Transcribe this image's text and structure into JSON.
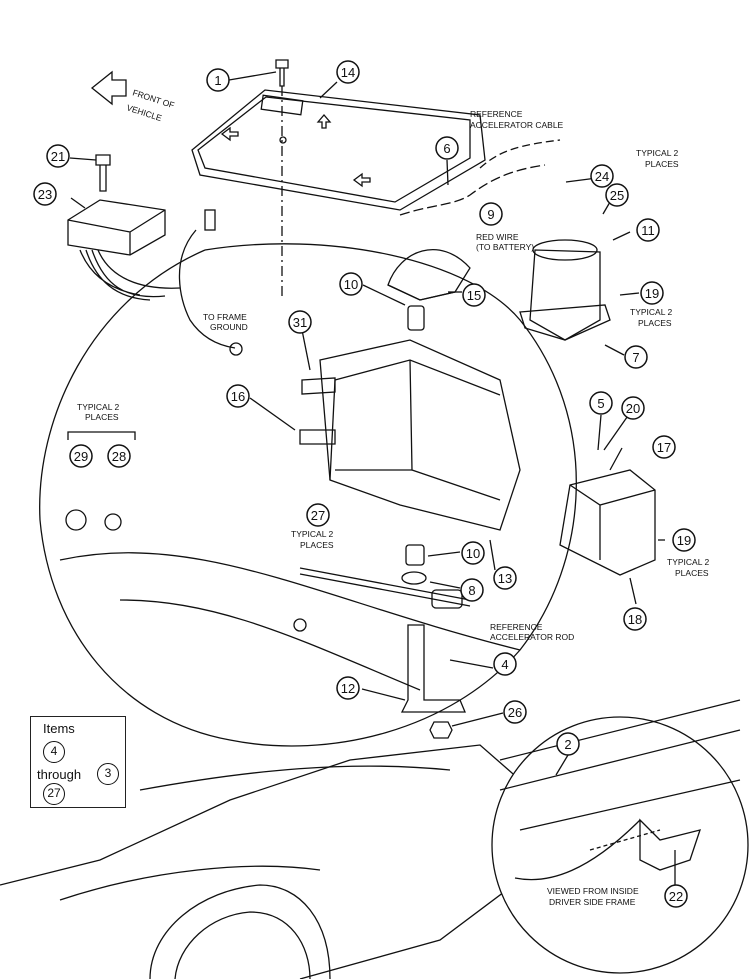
{
  "callouts": [
    {
      "id": "c1",
      "label": "1"
    },
    {
      "id": "c2",
      "label": "2"
    },
    {
      "id": "c4",
      "label": "4"
    },
    {
      "id": "c5",
      "label": "5"
    },
    {
      "id": "c6",
      "label": "6"
    },
    {
      "id": "c7",
      "label": "7"
    },
    {
      "id": "c8",
      "label": "8"
    },
    {
      "id": "c9",
      "label": "9"
    },
    {
      "id": "c10a",
      "label": "10"
    },
    {
      "id": "c10b",
      "label": "10"
    },
    {
      "id": "c11",
      "label": "11"
    },
    {
      "id": "c12",
      "label": "12"
    },
    {
      "id": "c13",
      "label": "13"
    },
    {
      "id": "c14",
      "label": "14"
    },
    {
      "id": "c15",
      "label": "15"
    },
    {
      "id": "c16",
      "label": "16"
    },
    {
      "id": "c17",
      "label": "17"
    },
    {
      "id": "c18",
      "label": "18"
    },
    {
      "id": "c19a",
      "label": "19"
    },
    {
      "id": "c19b",
      "label": "19"
    },
    {
      "id": "c20",
      "label": "20"
    },
    {
      "id": "c21",
      "label": "21"
    },
    {
      "id": "c22",
      "label": "22"
    },
    {
      "id": "c23",
      "label": "23"
    },
    {
      "id": "c24",
      "label": "24"
    },
    {
      "id": "c25",
      "label": "25"
    },
    {
      "id": "c26",
      "label": "26"
    },
    {
      "id": "c27",
      "label": "27"
    },
    {
      "id": "c28",
      "label": "28"
    },
    {
      "id": "c29",
      "label": "29"
    },
    {
      "id": "c31",
      "label": "31"
    }
  ],
  "notes": {
    "front_of_vehicle_1": "FRONT OF",
    "front_of_vehicle_2": "VEHICLE",
    "ref_accel_cable_1": "REFERENCE",
    "ref_accel_cable_2": "ACCELERATOR CABLE",
    "typical2_top_1": "TYPICAL 2",
    "typical2_top_2": "PLACES",
    "red_wire_1": "RED WIRE",
    "red_wire_2": "(TO BATTERY)",
    "frame_ground_1": "TO FRAME",
    "frame_ground_2": "GROUND",
    "typical2_19a_1": "TYPICAL 2",
    "typical2_19a_2": "PLACES",
    "typical2_left_1": "TYPICAL 2",
    "typical2_left_2": "PLACES",
    "typical2_27_1": "TYPICAL 2",
    "typical2_27_2": "PLACES",
    "typical2_19b_1": "TYPICAL 2",
    "typical2_19b_2": "PLACES",
    "ref_accel_rod_1": "REFERENCE",
    "ref_accel_rod_2": "ACCELERATOR ROD",
    "viewed_from_1": "VIEWED FROM INSIDE",
    "viewed_from_2": "DRIVER SIDE FRAME"
  },
  "items_box": {
    "title": "Items",
    "from": "4",
    "through": "through",
    "to": "27",
    "ref": "3"
  }
}
